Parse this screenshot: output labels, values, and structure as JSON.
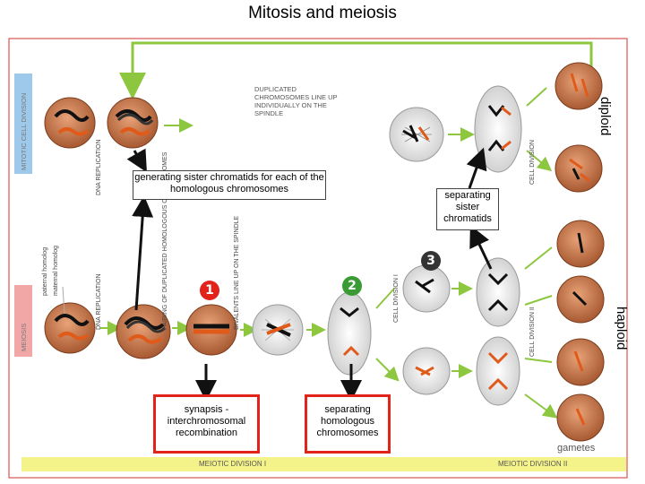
{
  "title": "Mitosis and meiosis",
  "labels": {
    "diploid": "diploid",
    "haploid": "haploid",
    "mitotic": "MITOTIC CELL DIVISION",
    "meiosis": "MEIOSIS",
    "dna_replication": "DNA REPLICATION",
    "dup_line_up": "DUPLICATED CHROMOSOMES LINE UP INDIVIDUALLY ON THE SPINDLE",
    "cell_division": "CELL DIVISION",
    "paternal": "paternal homolog",
    "maternal": "maternal homolog",
    "pairing": "PAIRING OF DUPLICATED HOMOLOGOUS CHROMOSOMES",
    "bivalents": "BIVALENTS LINE UP ON THE SPINDLE",
    "cell_division_1": "CELL DIVISION I",
    "cell_division_2": "CELL DIVISION II",
    "gametes": "gametes",
    "meiotic_1": "MEIOTIC DIVISION I",
    "meiotic_2": "MEIOTIC DIVISION II"
  },
  "callouts": {
    "sister": "generating sister chromatids for each of the homologous chromosomes",
    "separating_sister": "separating sister chromatids",
    "synapsis": "synapsis - interchromosomal recombination",
    "separating_homologous": "separating homologous chromosomes"
  },
  "badges": {
    "b1": "1",
    "b2": "2",
    "b3": "3"
  },
  "colors": {
    "frame": "#d9534f",
    "arrow_green": "#8dc63f",
    "cell": "#c8794a",
    "badge_red": "#e2231a",
    "badge_green": "#3a9b35",
    "badge_dark": "#333333",
    "meiosis_band": "#f2a7a7",
    "mitotic_band": "#9ec9ea",
    "footer": "#f4f38a"
  }
}
